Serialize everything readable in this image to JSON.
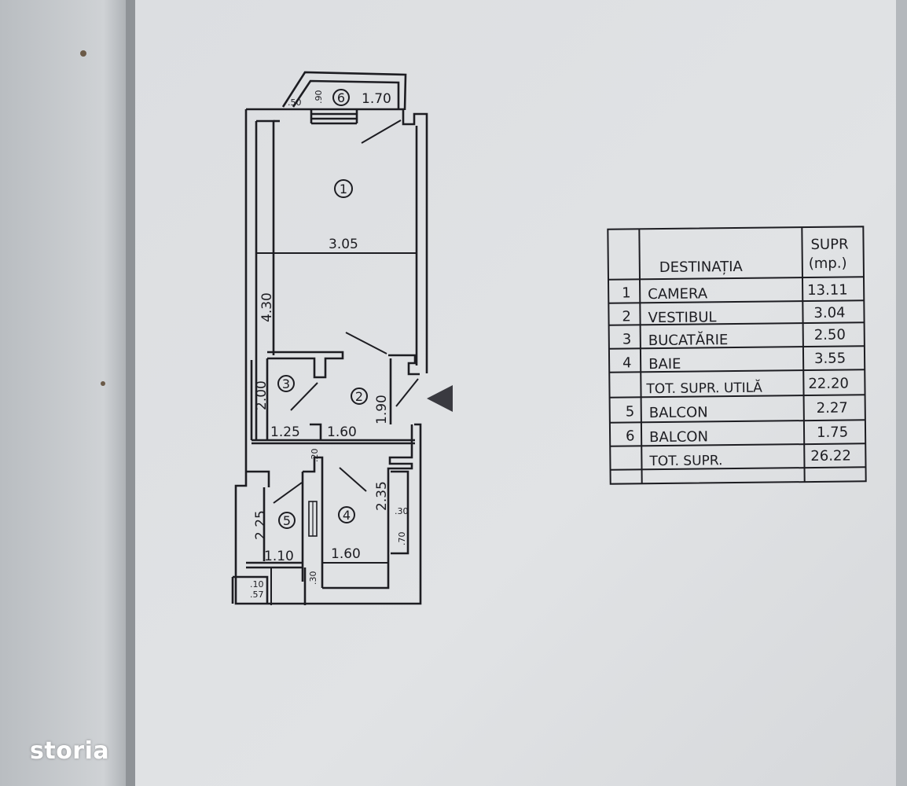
{
  "plan": {
    "room_numbers": [
      "1",
      "2",
      "3",
      "4",
      "5",
      "6"
    ],
    "dimensions": {
      "room1_width": "3.05",
      "room1_length": "4.30",
      "kitchen_height": "2.00",
      "kitchen_width": "1.25",
      "hall_width": "1.60",
      "hall_height": "1.90",
      "bath_height": "2.35",
      "bath_width": "1.60",
      "balcony5_height": "2.25",
      "balcony5_width": "1.10",
      "balcony6_width": "1.70",
      "balcony6_a": ".50",
      "balcony6_b": ".90",
      "small_20": ".20",
      "small_30_a": ".30",
      "small_30_b": ".30",
      "small_70": ".70",
      "small_10": ".10",
      "small_57": ".57"
    }
  },
  "table": {
    "header_destination": "DESTINAȚIA",
    "header_area_line1": "SUPR",
    "header_area_line2": "(mp.)",
    "rows": [
      {
        "num": "1",
        "name": "CAMERA",
        "area": "13.11"
      },
      {
        "num": "2",
        "name": "VESTIBUL",
        "area": "3.04"
      },
      {
        "num": "3",
        "name": "BUCATĂRIE",
        "area": "2.50"
      },
      {
        "num": "4",
        "name": "BAIE",
        "area": "3.55"
      },
      {
        "num": "",
        "name": "TOT. SUPR. UTILĂ",
        "area": "22.20"
      },
      {
        "num": "5",
        "name": "BALCON",
        "area": "2.27"
      },
      {
        "num": "6",
        "name": "BALCON",
        "area": "1.75"
      },
      {
        "num": "",
        "name": "TOT. SUPR.",
        "area": "26.22"
      }
    ]
  },
  "watermark": "storia",
  "colors": {
    "paper": "#dfe1e4",
    "ink": "#1d1d22",
    "left_page": "#c4c8cc"
  }
}
